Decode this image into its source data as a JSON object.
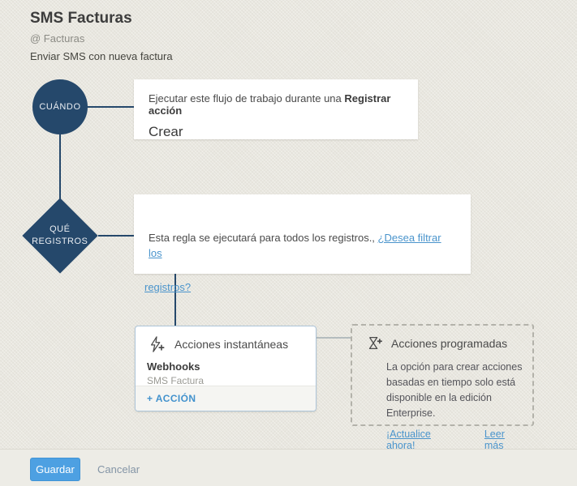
{
  "page": {
    "title": "SMS Facturas",
    "module": "@ Facturas",
    "description": "Enviar SMS con nueva factura"
  },
  "when": {
    "node_label": "CUÁNDO",
    "line1_prefix": "Ejecutar este flujo de trabajo durante una ",
    "line1_bold": "Registrar acción",
    "value": "Crear"
  },
  "which": {
    "node_label_line1": "QUÉ",
    "node_label_line2": "REGISTROS",
    "rule_text": "Esta regla se ejecutará para todos los registros., ",
    "filter_link": "¿Desea filtrar los",
    "filter_link_overflow": "registros?"
  },
  "instant_actions": {
    "icon": "lightning-plus-icon",
    "title": "Acciones instantáneas",
    "items": [
      {
        "type": "Webhooks",
        "name": "SMS Factura"
      }
    ],
    "add_action_label": "+ ACCIÓN"
  },
  "scheduled_actions": {
    "icon": "hourglass-plus-icon",
    "title": "Acciones programadas",
    "body": "La opción para crear acciones basadas en tiempo solo está disponible en la edición Enterprise.",
    "upgrade_link": "¡Actualice ahora!",
    "read_more_link": "Leer más"
  },
  "footer": {
    "save_label": "Guardar",
    "cancel_label": "Cancelar"
  },
  "colors": {
    "navy": "#25486b",
    "link_blue": "#4a94cc",
    "action_blue": "#4292cd",
    "button_blue": "#4da0e2",
    "background": "#eae8e0"
  }
}
